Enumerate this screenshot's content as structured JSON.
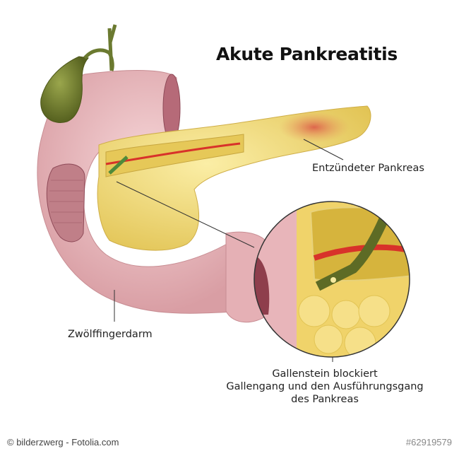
{
  "title": "Akute Pankreatitis",
  "labels": {
    "inflamed_pancreas": "Entzündeter Pankreas",
    "duodenum": "Zwölffingerdarm",
    "gallstone_line1": "Gallenstein blockiert",
    "gallstone_line2": "Gallengang und den Ausführungsgang",
    "gallstone_line3": "des Pankreas"
  },
  "footer": {
    "credit": "© bilderzwerg - Fotolia.com",
    "image_number": "#62919579"
  },
  "colors": {
    "duodenum_pink": "#e8b8bc",
    "pancreas_yellow": "#f1dc7c",
    "gallbladder_green": "#6b7a30",
    "vessel_red": "#d8322a",
    "inflamed_red": "#e0705a"
  }
}
